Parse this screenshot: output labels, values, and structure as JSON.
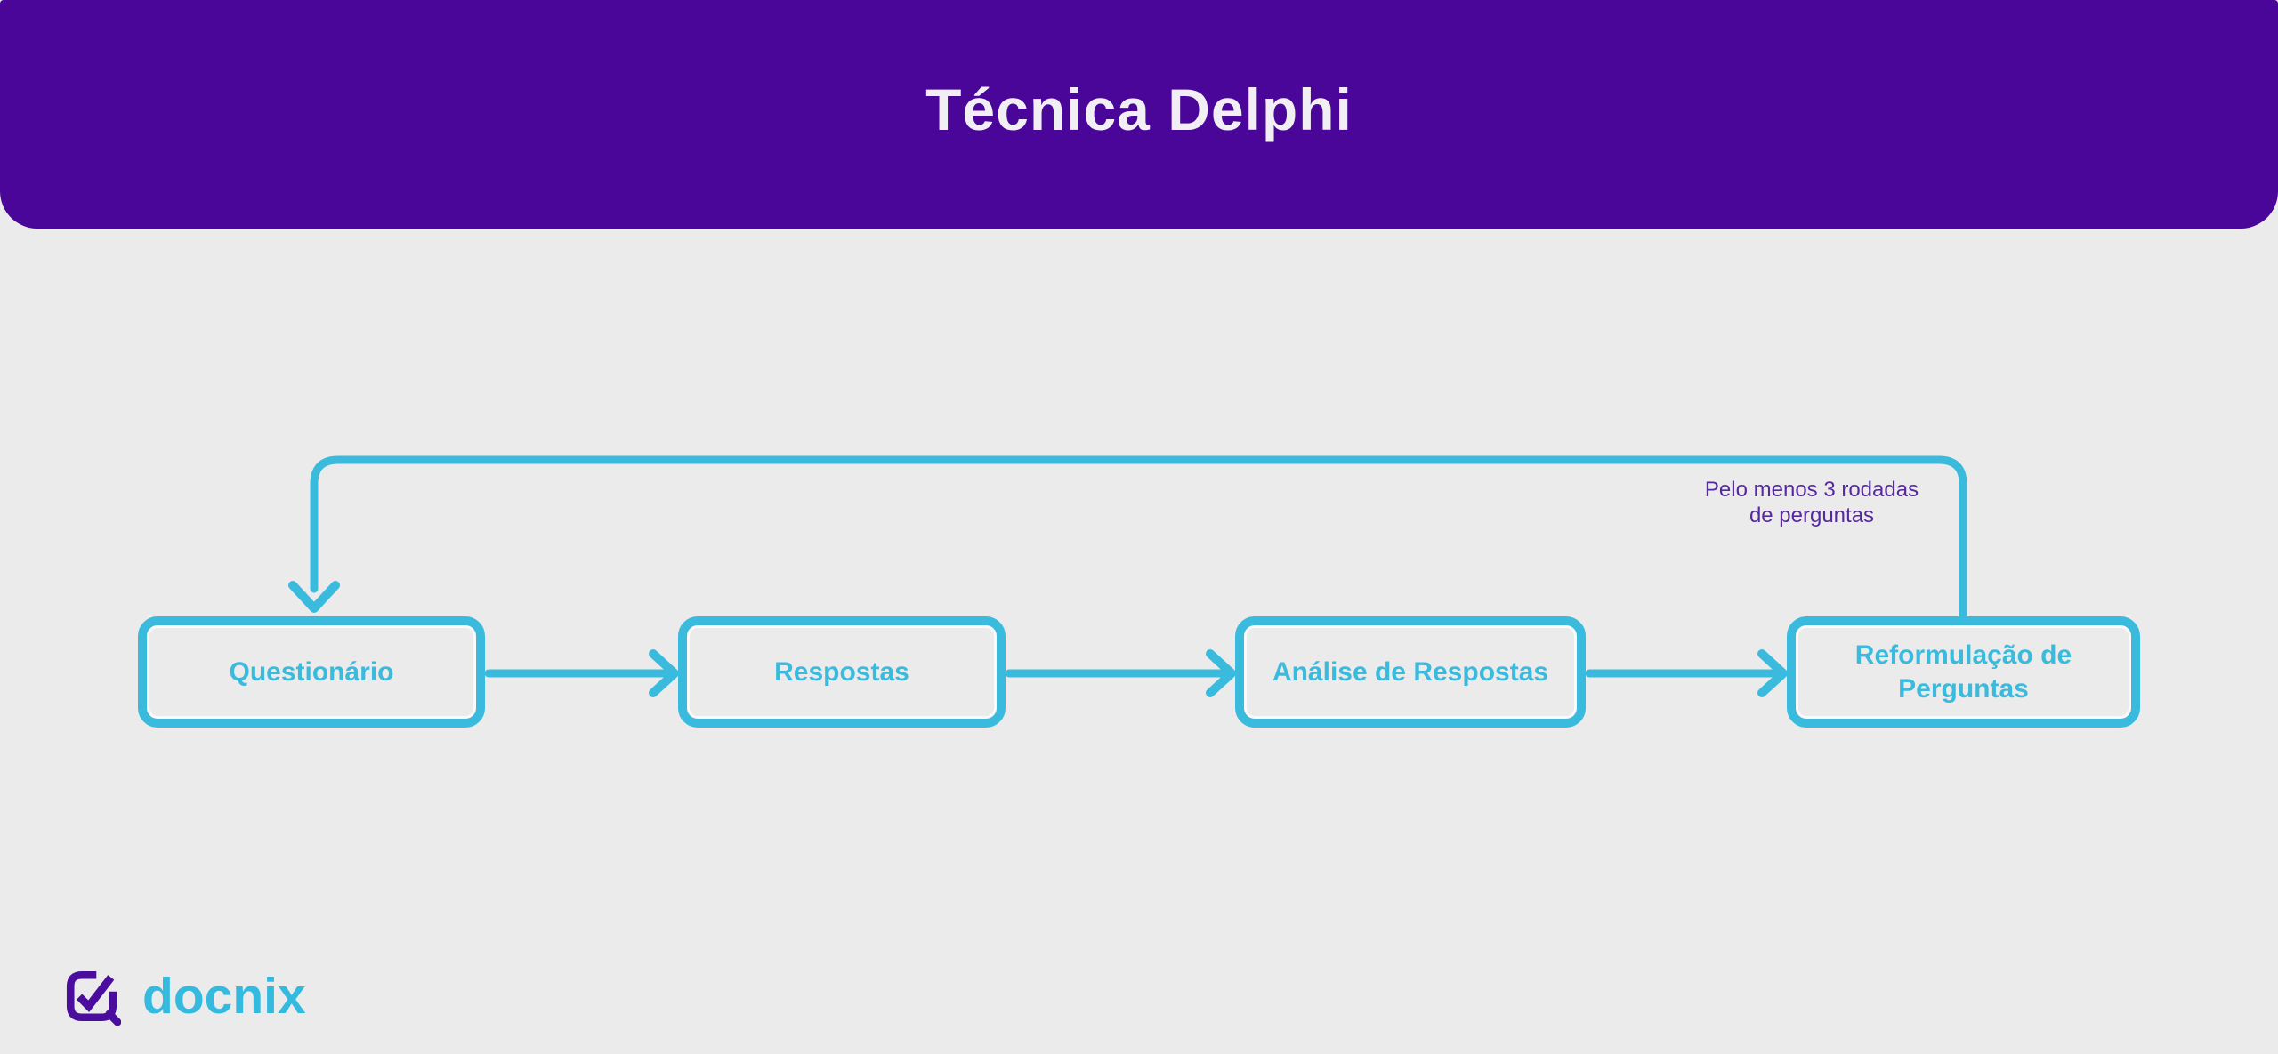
{
  "header": {
    "title": "Técnica Delphi"
  },
  "flow": {
    "nodes": [
      {
        "label": "Questionário"
      },
      {
        "label": "Respostas"
      },
      {
        "label": "Análise de Respostas"
      },
      {
        "label": "Reformulação de Perguntas"
      }
    ],
    "connections": [
      {
        "from": "Questionário",
        "to": "Respostas"
      },
      {
        "from": "Respostas",
        "to": "Análise de Respostas"
      },
      {
        "from": "Análise de Respostas",
        "to": "Reformulação de Perguntas"
      },
      {
        "from": "Reformulação de Perguntas",
        "to": "Questionário",
        "type": "feedback-loop"
      }
    ],
    "loop_label": "Pelo menos 3 rodadas\nde perguntas"
  },
  "footer": {
    "brand": "docnix"
  },
  "colors": {
    "header_bg": "#4A0599",
    "accent": "#3ABBDD",
    "background": "#ECEBEB",
    "loop_label_text": "#562A9E",
    "title_text": "#F2EFF4",
    "brand_text": "#35BADF",
    "logo": "#4A0D9E"
  }
}
